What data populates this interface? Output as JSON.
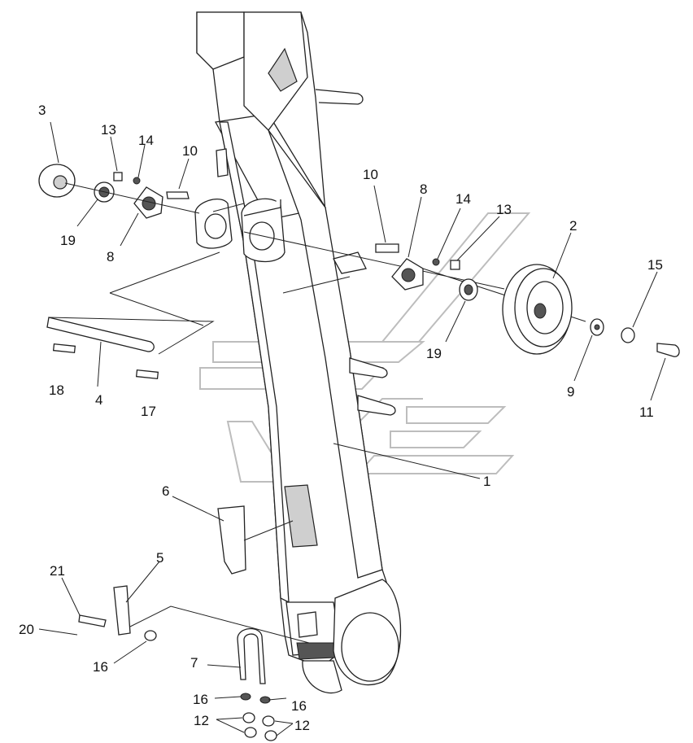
{
  "colors": {
    "line": "#222222",
    "shade": "#cfcfcf",
    "watermark": "#bdbdbd",
    "background": "#ffffff"
  },
  "callouts": [
    {
      "id": "c3",
      "text": "3"
    },
    {
      "id": "c13a",
      "text": "13"
    },
    {
      "id": "c14a",
      "text": "14"
    },
    {
      "id": "c10a",
      "text": "10"
    },
    {
      "id": "c19a",
      "text": "19"
    },
    {
      "id": "c8a",
      "text": "8"
    },
    {
      "id": "c10b",
      "text": "10"
    },
    {
      "id": "c8b",
      "text": "8"
    },
    {
      "id": "c14b",
      "text": "14"
    },
    {
      "id": "c13b",
      "text": "13"
    },
    {
      "id": "c2",
      "text": "2"
    },
    {
      "id": "c15",
      "text": "15"
    },
    {
      "id": "c19b",
      "text": "19"
    },
    {
      "id": "c9",
      "text": "9"
    },
    {
      "id": "c11",
      "text": "11"
    },
    {
      "id": "c18",
      "text": "18"
    },
    {
      "id": "c4",
      "text": "4"
    },
    {
      "id": "c17",
      "text": "17"
    },
    {
      "id": "c1",
      "text": "1"
    },
    {
      "id": "c6",
      "text": "6"
    },
    {
      "id": "c5",
      "text": "5"
    },
    {
      "id": "c21",
      "text": "21"
    },
    {
      "id": "c20",
      "text": "20"
    },
    {
      "id": "c16a",
      "text": "16"
    },
    {
      "id": "c7",
      "text": "7"
    },
    {
      "id": "c16b",
      "text": "16"
    },
    {
      "id": "c16c",
      "text": "16"
    },
    {
      "id": "c12a",
      "text": "12"
    },
    {
      "id": "c12b",
      "text": "12"
    }
  ]
}
